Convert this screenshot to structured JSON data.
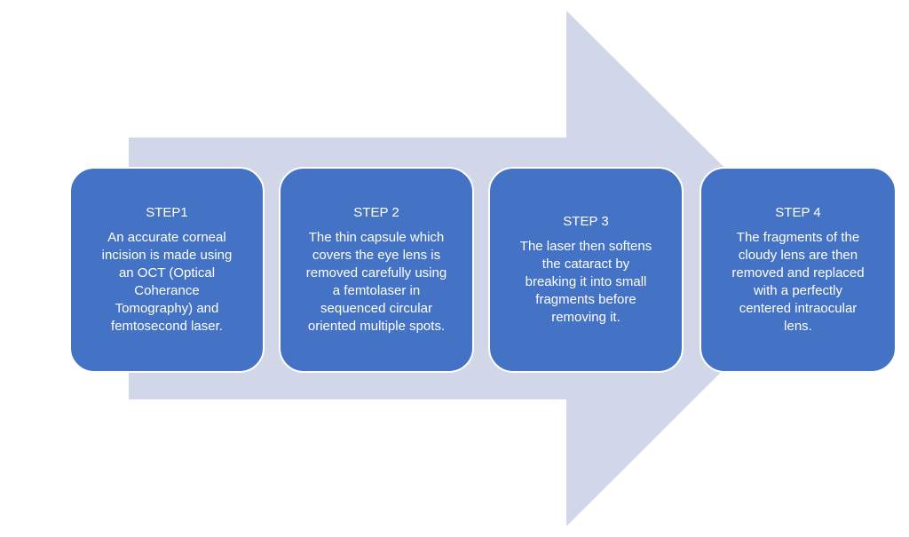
{
  "diagram": {
    "type": "process-arrow",
    "direction": "right",
    "colors": {
      "arrow_fill": "#D1D7E8",
      "step_box_fill": "#4472C4",
      "step_box_border": "#FFFFFF",
      "text": "#FFFFFF",
      "background": "#FFFFFF"
    },
    "steps": [
      {
        "title": "STEP1",
        "body": "An accurate corneal\nincision is made using\nan OCT (Optical\nCoherance\nTomography) and\nfemtosecond laser."
      },
      {
        "title": "STEP 2",
        "body": "The thin capsule which\ncovers the eye lens is\nremoved carefully using\na femtolaser in\nsequenced circular\noriented multiple spots."
      },
      {
        "title": "STEP 3",
        "body": "The laser then softens\nthe cataract by\nbreaking it into small\nfragments before\nremoving it."
      },
      {
        "title": "STEP 4",
        "body": "The fragments of the\ncloudy lens are then\nremoved and replaced\nwith a perfectly\ncentered intraocular\nlens."
      }
    ]
  }
}
